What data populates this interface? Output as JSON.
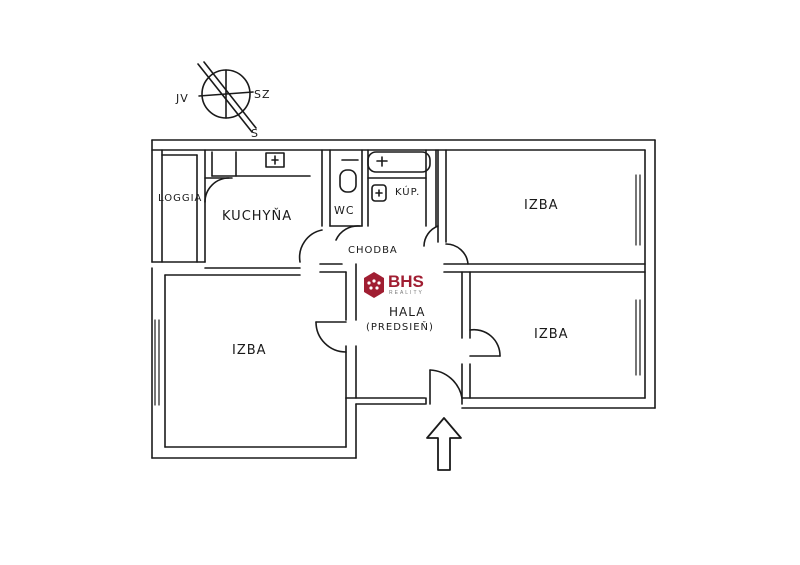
{
  "compass": {
    "left_label": "JV",
    "right_label": "SZ",
    "needle_label": "S"
  },
  "rooms": {
    "loggia": "LOGGIA",
    "kitchen": "KUCHYŇA",
    "wc": "WC",
    "bathroom": "KÚP.",
    "corridor": "CHODBA",
    "room_top_right": "IZBA",
    "room_left": "IZBA",
    "room_bottom_right": "IZBA",
    "hall": "HALA",
    "hall_sub": "(PREDSIEŇ)"
  },
  "logo": {
    "name": "BHS",
    "sub": "REALITY",
    "color": "#a01e32"
  },
  "colors": {
    "ink": "#1a1a1a",
    "paper": "#ffffff"
  }
}
